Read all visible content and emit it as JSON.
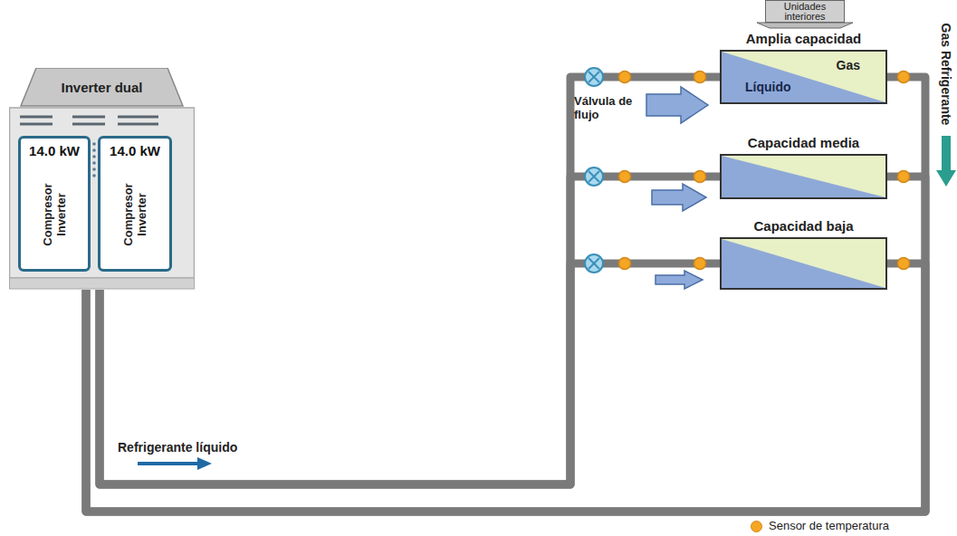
{
  "diagram": {
    "nodes": [
      {
        "text": [
          "Inverter dual"
        ]
      },
      {
        "text": [
          "14.0 kW",
          "Compresor Inverter"
        ],
        "in": 0
      },
      {
        "text": [
          "14.0 kW",
          "Compresor Inverter"
        ],
        "in": 0
      },
      {
        "text": [
          "Unidades interiores"
        ]
      },
      {
        "text": [
          "Amplia capacidad",
          "Líquido",
          "Gas"
        ]
      },
      {
        "text": [
          "Capacidad media"
        ]
      },
      {
        "text": [
          "Capacidad baja"
        ]
      }
    ],
    "edges": [
      {
        "from": 0,
        "to": 4,
        "arrow": "none"
      },
      {
        "from": 0,
        "to": 5,
        "arrow": "none"
      },
      {
        "from": 0,
        "to": 6,
        "arrow": "none"
      },
      {
        "from": 4,
        "to": 0,
        "arrow": "none"
      },
      {
        "from": 5,
        "to": 0,
        "arrow": "none"
      },
      {
        "from": 6,
        "to": 0,
        "arrow": "none"
      }
    ],
    "labels": [
      "Válvula de flujo",
      "Refrigerante líquido",
      "Gas Refrigerante"
    ],
    "legend": [
      {
        "text": "Sensor de temperatura",
        "color": "#f5a623"
      }
    ]
  }
}
